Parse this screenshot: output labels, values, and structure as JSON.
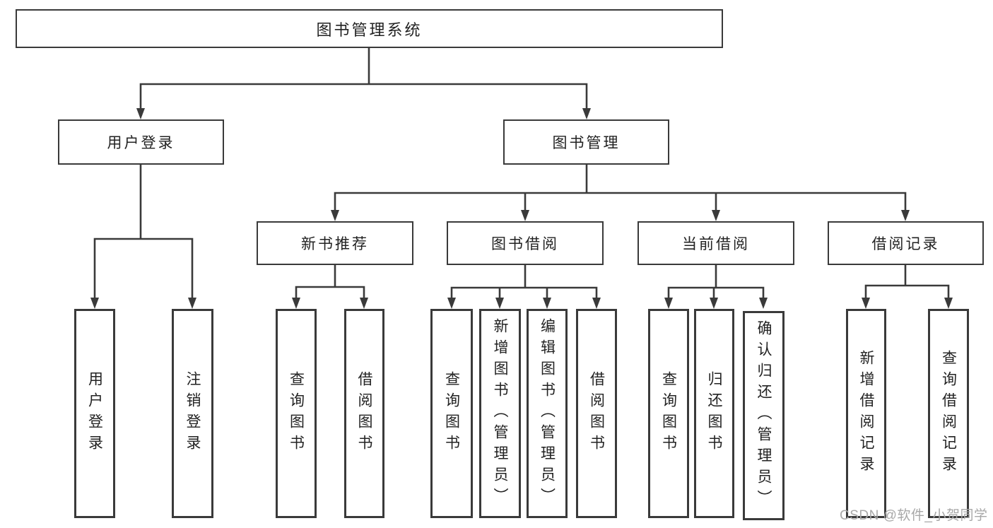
{
  "title": "图书管理系统",
  "branches": {
    "user_login": {
      "label": "用户登录",
      "children": [
        "用户登录",
        "注销登录"
      ]
    },
    "book_management": {
      "label": "图书管理",
      "children": {
        "new_book_recommend": {
          "label": "新书推荐",
          "children": [
            "查询图书",
            "借阅图书"
          ]
        },
        "book_borrow": {
          "label": "图书借阅",
          "children": [
            "查询图书",
            "新增图书（管理员）",
            "编辑图书（管理员）",
            "借阅图书"
          ]
        },
        "current_borrow": {
          "label": "当前借阅",
          "children": [
            "查询图书",
            "归还图书",
            "确认归还（管理员）"
          ]
        },
        "borrow_records": {
          "label": "借阅记录",
          "children": [
            "新增借阅记录",
            "查询借阅记录"
          ]
        }
      }
    }
  },
  "watermark": "CSDN @软件_小贺同学",
  "colors": {
    "line": "#3a3a3a",
    "text": "#222222",
    "box_background": "#ffffff",
    "watermark_text": "#a8a8a8"
  }
}
